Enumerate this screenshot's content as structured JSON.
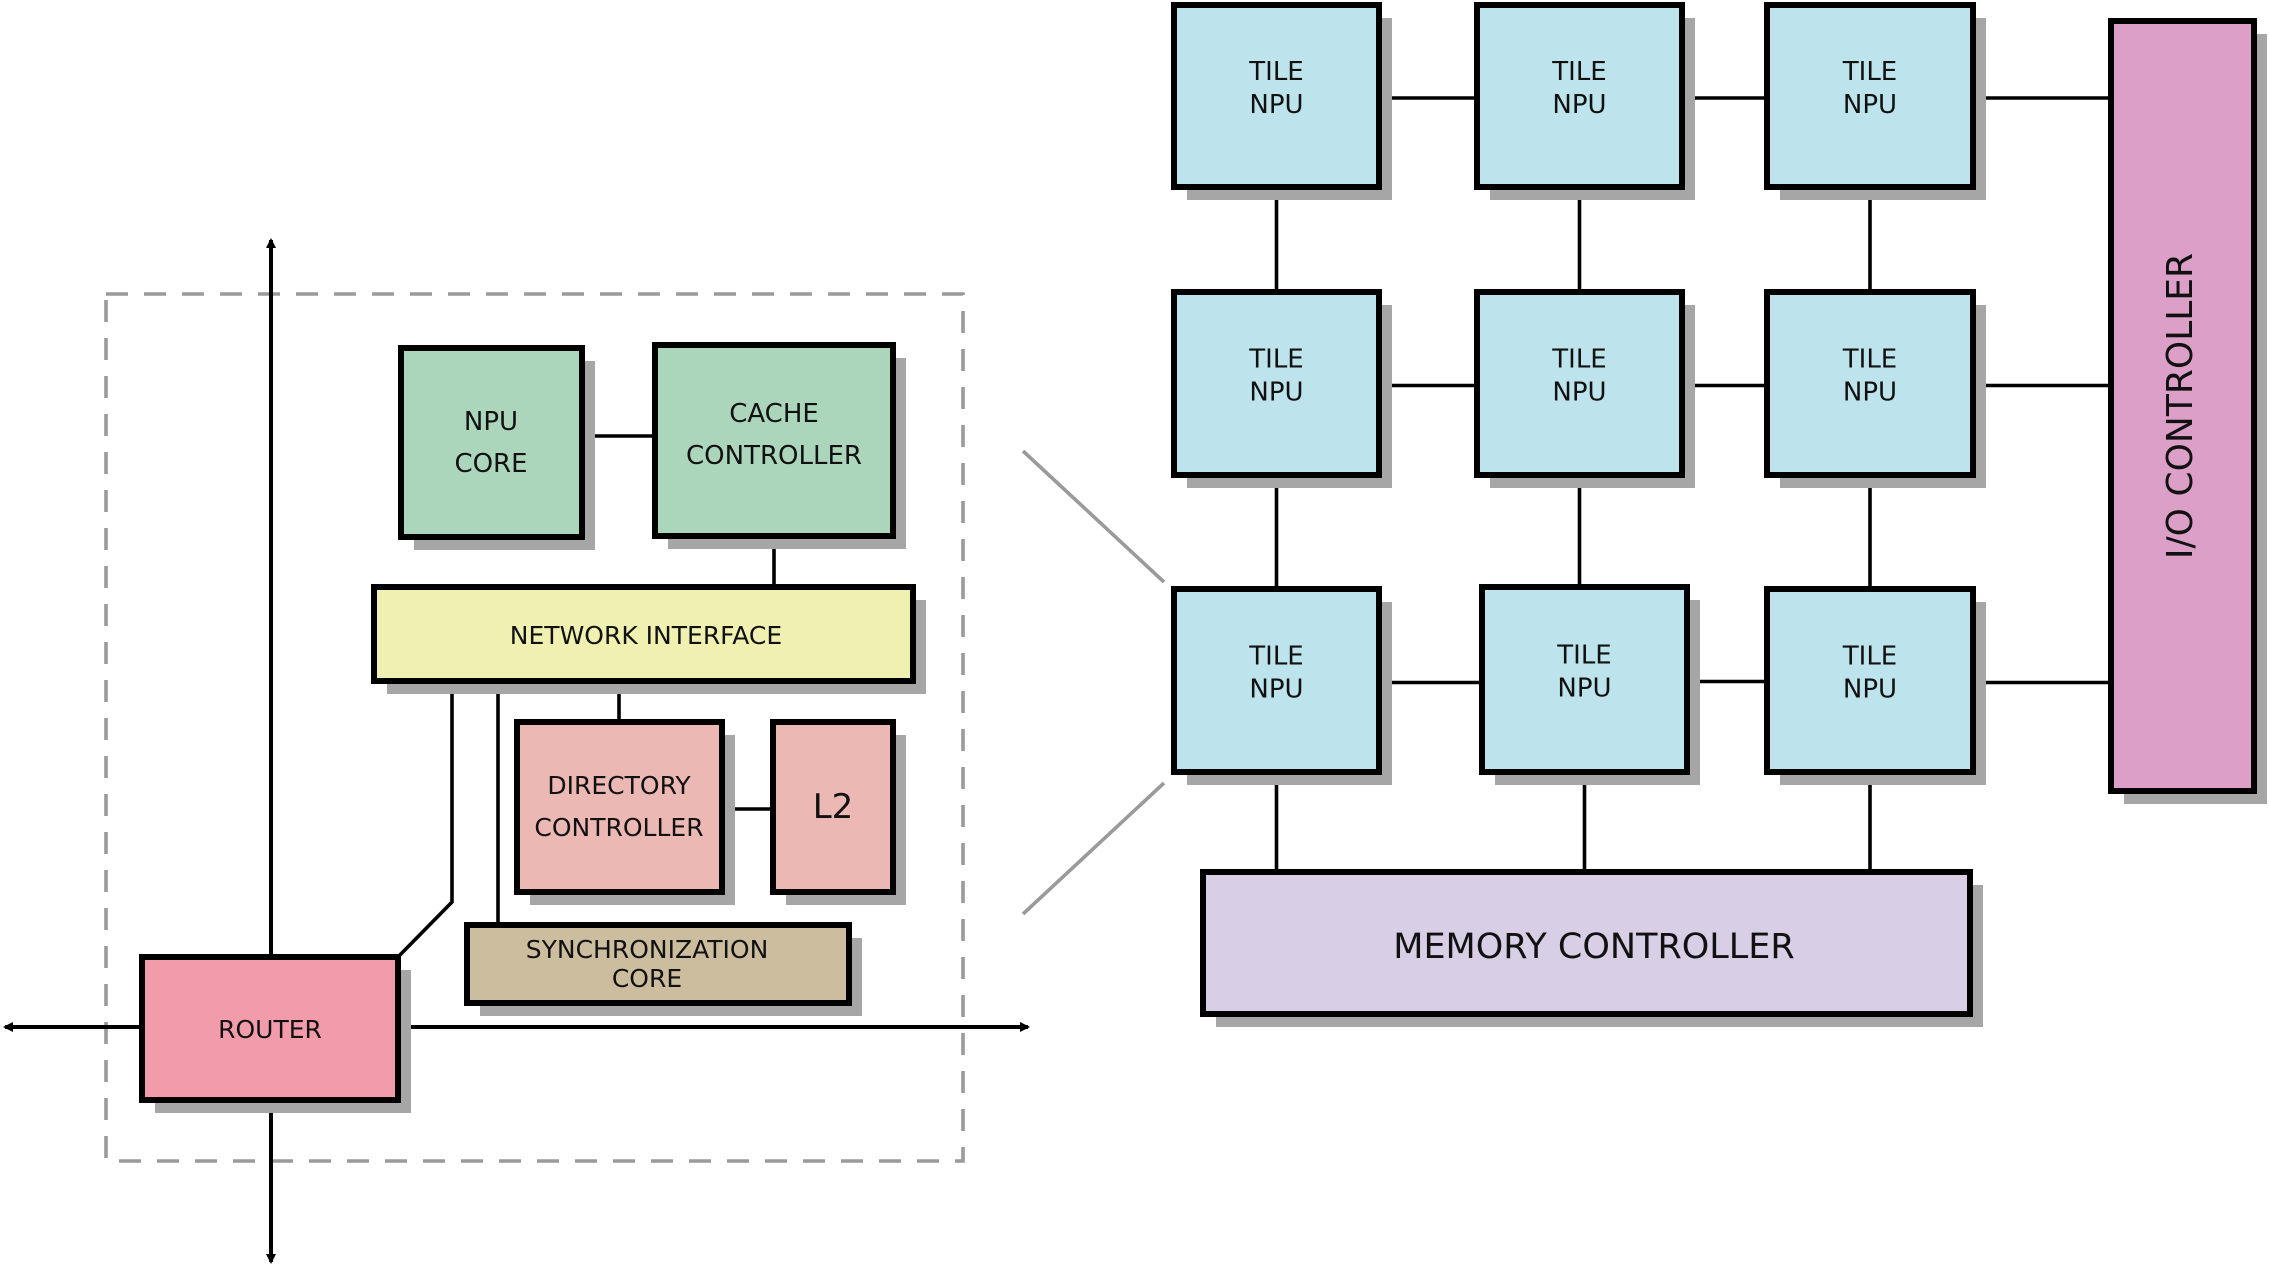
{
  "colors": {
    "tile": "#bde3ec",
    "npu_core": "#acd6bc",
    "cache_controller": "#acd6bc",
    "network_interface": "#f0f0b0",
    "directory_controller": "#ebb8b4",
    "l2": "#ebb8b4",
    "sync_core": "#cdbd9f",
    "router": "#f29cab",
    "memory_controller": "#d8cee6",
    "io_controller": "#dc9fc8",
    "shadow": "#a6a6a6",
    "dashed_frame": "#9a9a9a"
  },
  "tile_detail": {
    "npu_core": [
      "NPU",
      "CORE"
    ],
    "cache_controller": [
      "CACHE",
      "CONTROLLER"
    ],
    "network_interface": "NETWORK INTERFACE",
    "directory_controller": [
      "DIRECTORY",
      "CONTROLLER"
    ],
    "l2": "L2",
    "sync_core": [
      "SYNCHRONIZATION",
      "CORE"
    ],
    "router": "ROUTER"
  },
  "mesh": {
    "tile_label": [
      "TILE",
      "NPU"
    ],
    "rows": 3,
    "cols": 3,
    "memory_controller": "MEMORY CONTROLLER",
    "io_controller": "I/O CONTROLLER"
  }
}
